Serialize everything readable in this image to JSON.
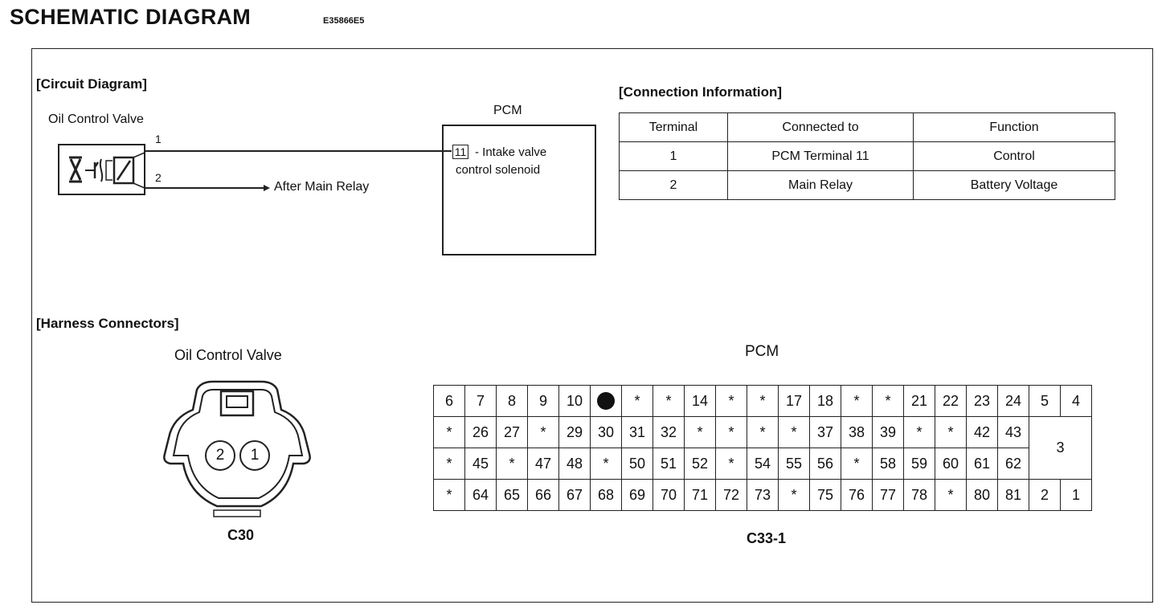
{
  "title": "SCHEMATIC DIAGRAM",
  "figure_code": "E35866E5",
  "circuit": {
    "section_label": "[Circuit Diagram]",
    "valve_label": "Oil Control Valve",
    "pin1": "1",
    "pin2": "2",
    "after_relay": "After Main Relay",
    "pcm_label": "PCM",
    "pcm_terminal": "11",
    "pcm_desc_line1": "- Intake valve",
    "pcm_desc_line2": "control solenoid"
  },
  "connection": {
    "section_label": "[Connection Information]",
    "headers": [
      "Terminal",
      "Connected to",
      "Function"
    ],
    "rows": [
      [
        "1",
        "PCM Terminal 11",
        "Control"
      ],
      [
        "2",
        "Main Relay",
        "Battery Voltage"
      ]
    ]
  },
  "harness": {
    "section_label": "[Harness Connectors]",
    "ocv_label": "Oil Control Valve",
    "ocv_pin1": "1",
    "ocv_pin2": "2",
    "ocv_connector": "C30",
    "pcm_label": "PCM",
    "pcm_connector": "C33-1",
    "pcm_grid": {
      "row1": [
        "6",
        "7",
        "8",
        "9",
        "10",
        "●",
        "*",
        "*",
        "14",
        "*",
        "*",
        "17",
        "18",
        "*",
        "*",
        "21",
        "22",
        "23",
        "24",
        "5",
        "4"
      ],
      "row2": [
        "*",
        "26",
        "27",
        "*",
        "29",
        "30",
        "31",
        "32",
        "*",
        "*",
        "*",
        "*",
        "37",
        "38",
        "39",
        "*",
        "*",
        "42",
        "43"
      ],
      "row3": [
        "*",
        "45",
        "*",
        "47",
        "48",
        "*",
        "50",
        "51",
        "52",
        "*",
        "54",
        "55",
        "56",
        "*",
        "58",
        "59",
        "60",
        "61",
        "62"
      ],
      "row4": [
        "*",
        "64",
        "65",
        "66",
        "67",
        "68",
        "69",
        "70",
        "71",
        "72",
        "73",
        "*",
        "75",
        "76",
        "77",
        "78",
        "*",
        "80",
        "81",
        "2",
        "1"
      ],
      "merged": "3"
    }
  }
}
